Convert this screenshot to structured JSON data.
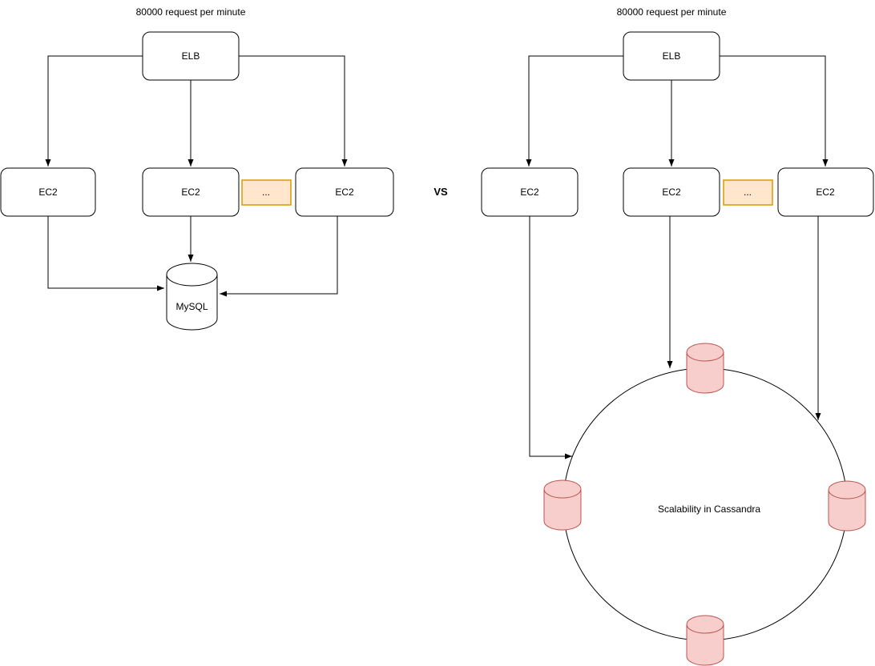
{
  "diagram_left": {
    "title": "80000 request per minute",
    "elb_label": "ELB",
    "ec2_labels": [
      "EC2",
      "EC2",
      "EC2"
    ],
    "more_label": "...",
    "db_label": "MySQL"
  },
  "comparison": {
    "vs_label": "VS"
  },
  "diagram_right": {
    "title": "80000 request per minute",
    "elb_label": "ELB",
    "ec2_labels": [
      "EC2",
      "EC2",
      "EC2"
    ],
    "more_label": "...",
    "ring_label": "Scalability in Cassandra",
    "node_count": 4
  },
  "colors": {
    "line": "#000000",
    "node_fill": "#ffffff",
    "ellipsis_fill": "#ffe6cc",
    "ellipsis_stroke": "#d79b00",
    "cassandra_node_fill": "#f8cecc",
    "cassandra_node_stroke": "#b85450"
  }
}
